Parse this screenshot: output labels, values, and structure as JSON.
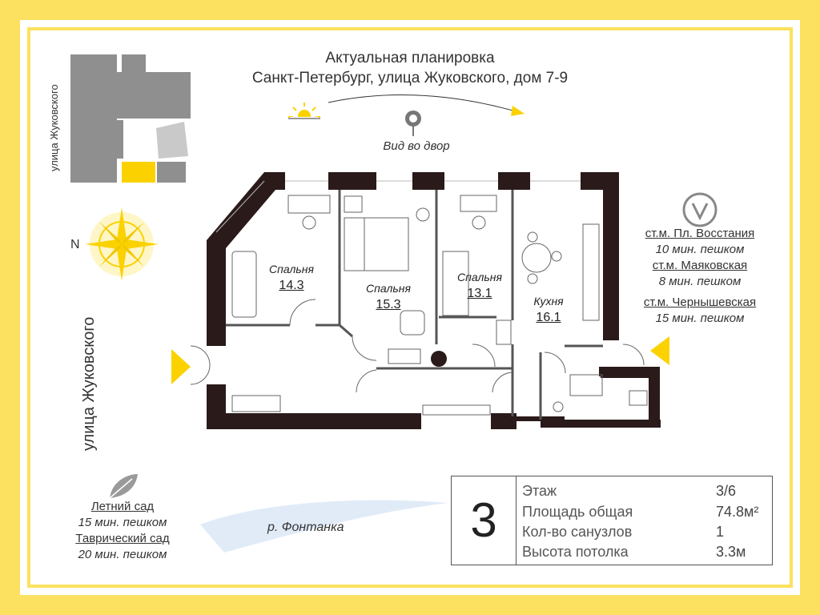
{
  "header": {
    "line1": "Актуальная планировка",
    "line2": "Санкт-Петербург, улица Жуковского, дом 7-9"
  },
  "view_label": "Вид во двор",
  "streets": {
    "small": "улица Жуковского",
    "big": "улица Жуковского"
  },
  "compass_label": "N",
  "rooms": [
    {
      "name": "Спальня",
      "area": "14.3"
    },
    {
      "name": "Спальня",
      "area": "15.3"
    },
    {
      "name": "Спальня",
      "area": "13.1"
    },
    {
      "name": "Кухня",
      "area": "16.1"
    }
  ],
  "metro": [
    {
      "station": "ст.м. Пл. Восстания",
      "time": "10 мин. пешком"
    },
    {
      "station": "ст.м. Маяковская",
      "time": "8 мин. пешком"
    },
    {
      "station": "ст.м. Чернышевская",
      "time": "15 мин. пешком"
    }
  ],
  "parks": [
    {
      "name": "Летний сад",
      "time": "15 мин. пешком"
    },
    {
      "name": "Таврический сад",
      "time": "20 мин. пешком"
    }
  ],
  "river": "р. Фонтанка",
  "info": {
    "number": "3",
    "rows": [
      {
        "label": "Этаж",
        "value": "3/6"
      },
      {
        "label": "Площадь общая",
        "value": "74.8м²"
      },
      {
        "label": "Кол-во санузлов",
        "value": "1"
      },
      {
        "label": "Высота потолка",
        "value": "3.3м"
      }
    ]
  },
  "colors": {
    "accent": "#fbe15f",
    "wall": "#2a1a1a",
    "gray_building": "#8f8f8f"
  }
}
